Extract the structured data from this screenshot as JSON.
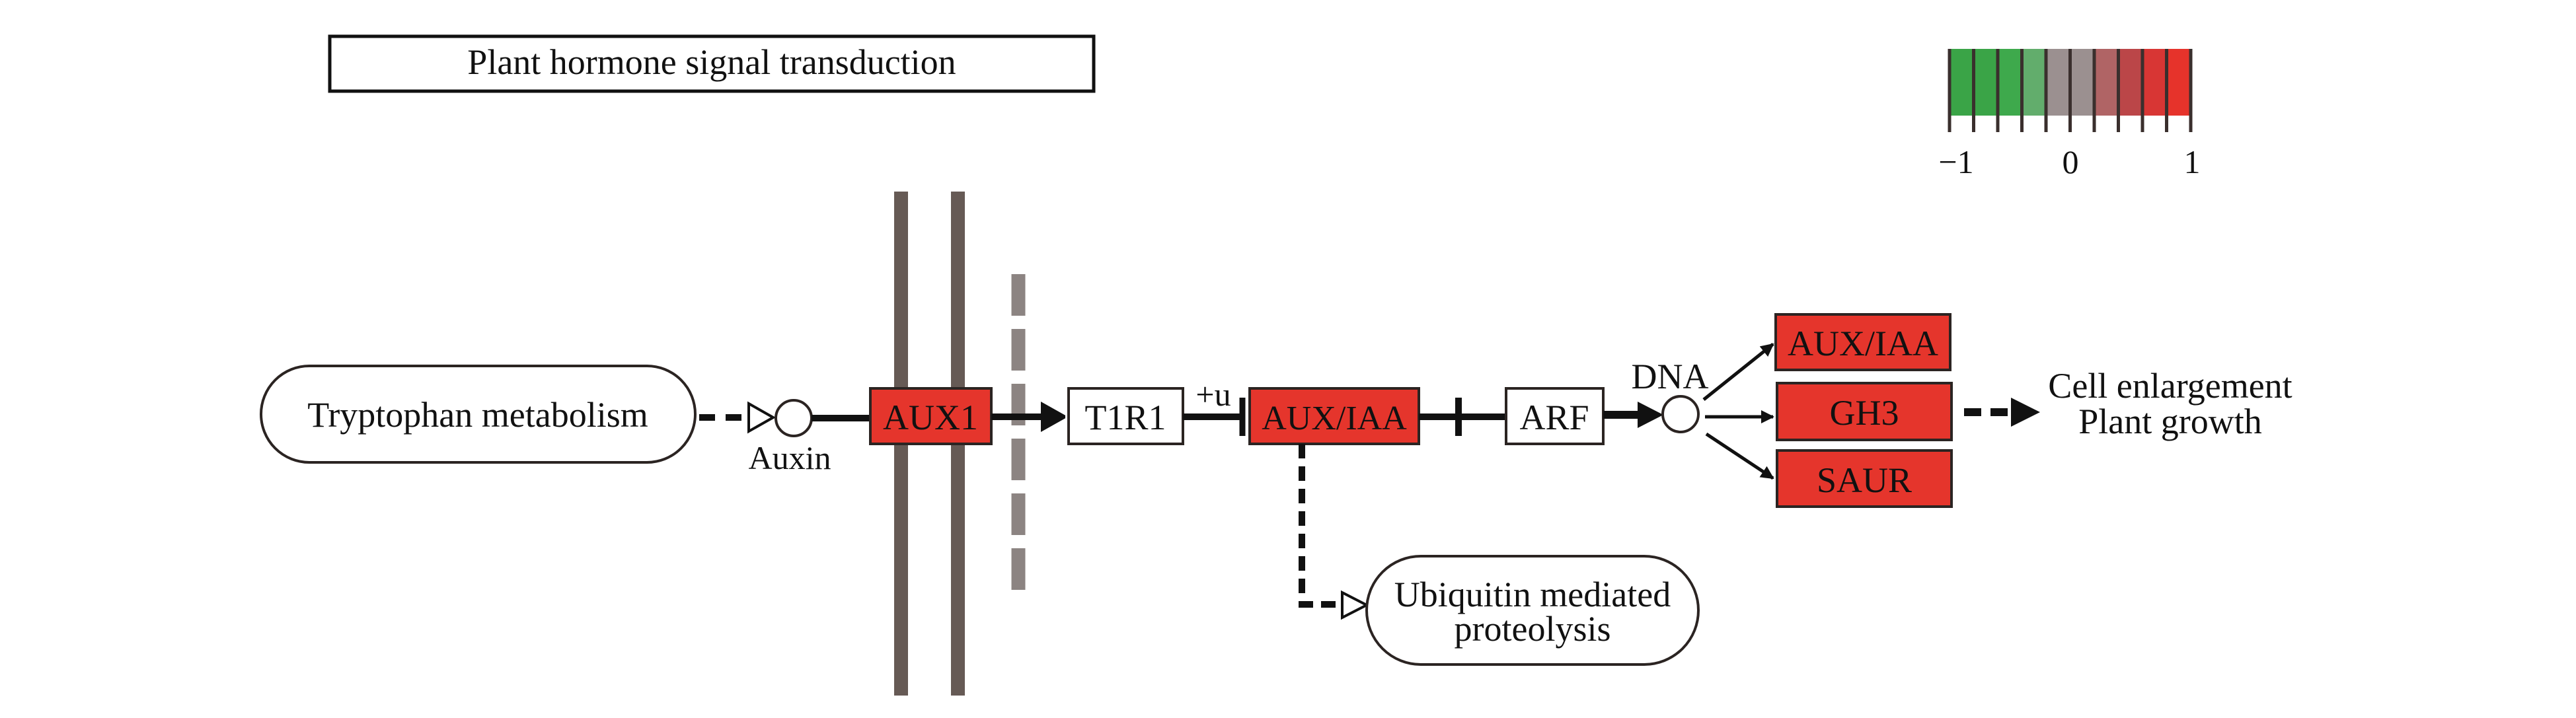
{
  "title": "Plant hormone signal transduction",
  "legend": {
    "min_label": "−1",
    "mid_label": "0",
    "max_label": "1",
    "colors": [
      "#3aa447",
      "#3aa447",
      "#3ea94c",
      "#62ad6c",
      "#9b9090",
      "#9b9090",
      "#b06465",
      "#bb4648",
      "#d83634",
      "#e6332b"
    ]
  },
  "nodes": {
    "tryptophan": "Tryptophan metabolism",
    "auxin": "Auxin",
    "aux1": "AUX1",
    "t1r1": "T1R1",
    "ubiquitination_label": "+u",
    "aux_iaa_main": "AUX/IAA",
    "arf": "ARF",
    "dna": "DNA",
    "aux_iaa_target": "AUX/IAA",
    "gh3": "GH3",
    "saur": "SAUR",
    "ubiquitin_line1": "Ubiquitin mediated",
    "ubiquitin_line2": "proteolysis",
    "outcome_line1": "Cell enlargement",
    "outcome_line2": "Plant growth"
  },
  "colors": {
    "upregulated": "#e5352c",
    "membrane": "#665a55",
    "membrane_dashed": "#8c8482",
    "line": "#111111"
  }
}
